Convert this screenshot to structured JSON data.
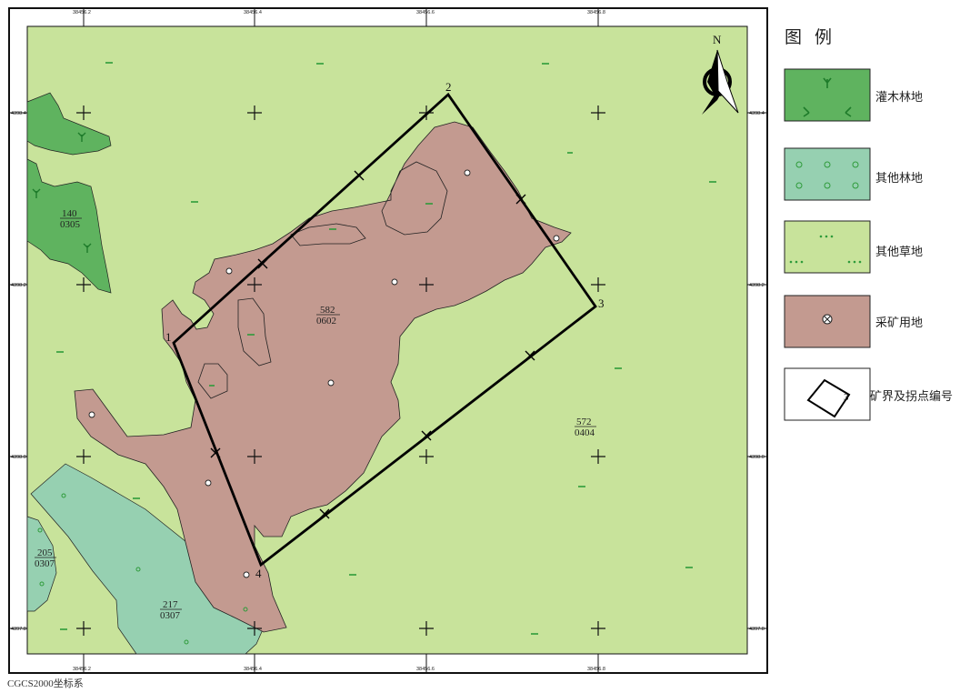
{
  "map": {
    "grid_x_labels": [
      "38456.2",
      "38456.4",
      "38456.6",
      "38456.8"
    ],
    "grid_y_labels": [
      "4398.4",
      "4398.2",
      "4398.0",
      "4397.8"
    ],
    "north_label": "N",
    "corner_points": [
      "1",
      "2",
      "3",
      "4"
    ],
    "parcel_codes": [
      {
        "top": "140",
        "bottom": "0305"
      },
      {
        "top": "582",
        "bottom": "0602"
      },
      {
        "top": "572",
        "bottom": "0404"
      },
      {
        "top": "205",
        "bottom": "0307"
      },
      {
        "top": "217",
        "bottom": "0307"
      }
    ],
    "crs_note": "CGCS2000坐标系"
  },
  "legend": {
    "title": "图例",
    "items": [
      {
        "label": "灌木林地",
        "color": "#5fb35f",
        "symbol": "shrub-icon"
      },
      {
        "label": "其他林地",
        "color": "#96d0b1",
        "symbol": "circle-icon"
      },
      {
        "label": "其他草地",
        "color": "#c8e39b",
        "symbol": "dots-icon"
      },
      {
        "label": "采矿用地",
        "color": "#c39a90",
        "symbol": "mining-icon"
      },
      {
        "label": "矿界及拐点编号",
        "color": "#ffffff",
        "symbol": "boundary-icon"
      }
    ]
  },
  "colors": {
    "grassland": "#c8e39b",
    "shrubland": "#5fb35f",
    "other_forest": "#96d0b1",
    "mining": "#c39a90",
    "boundary": "#000000"
  }
}
